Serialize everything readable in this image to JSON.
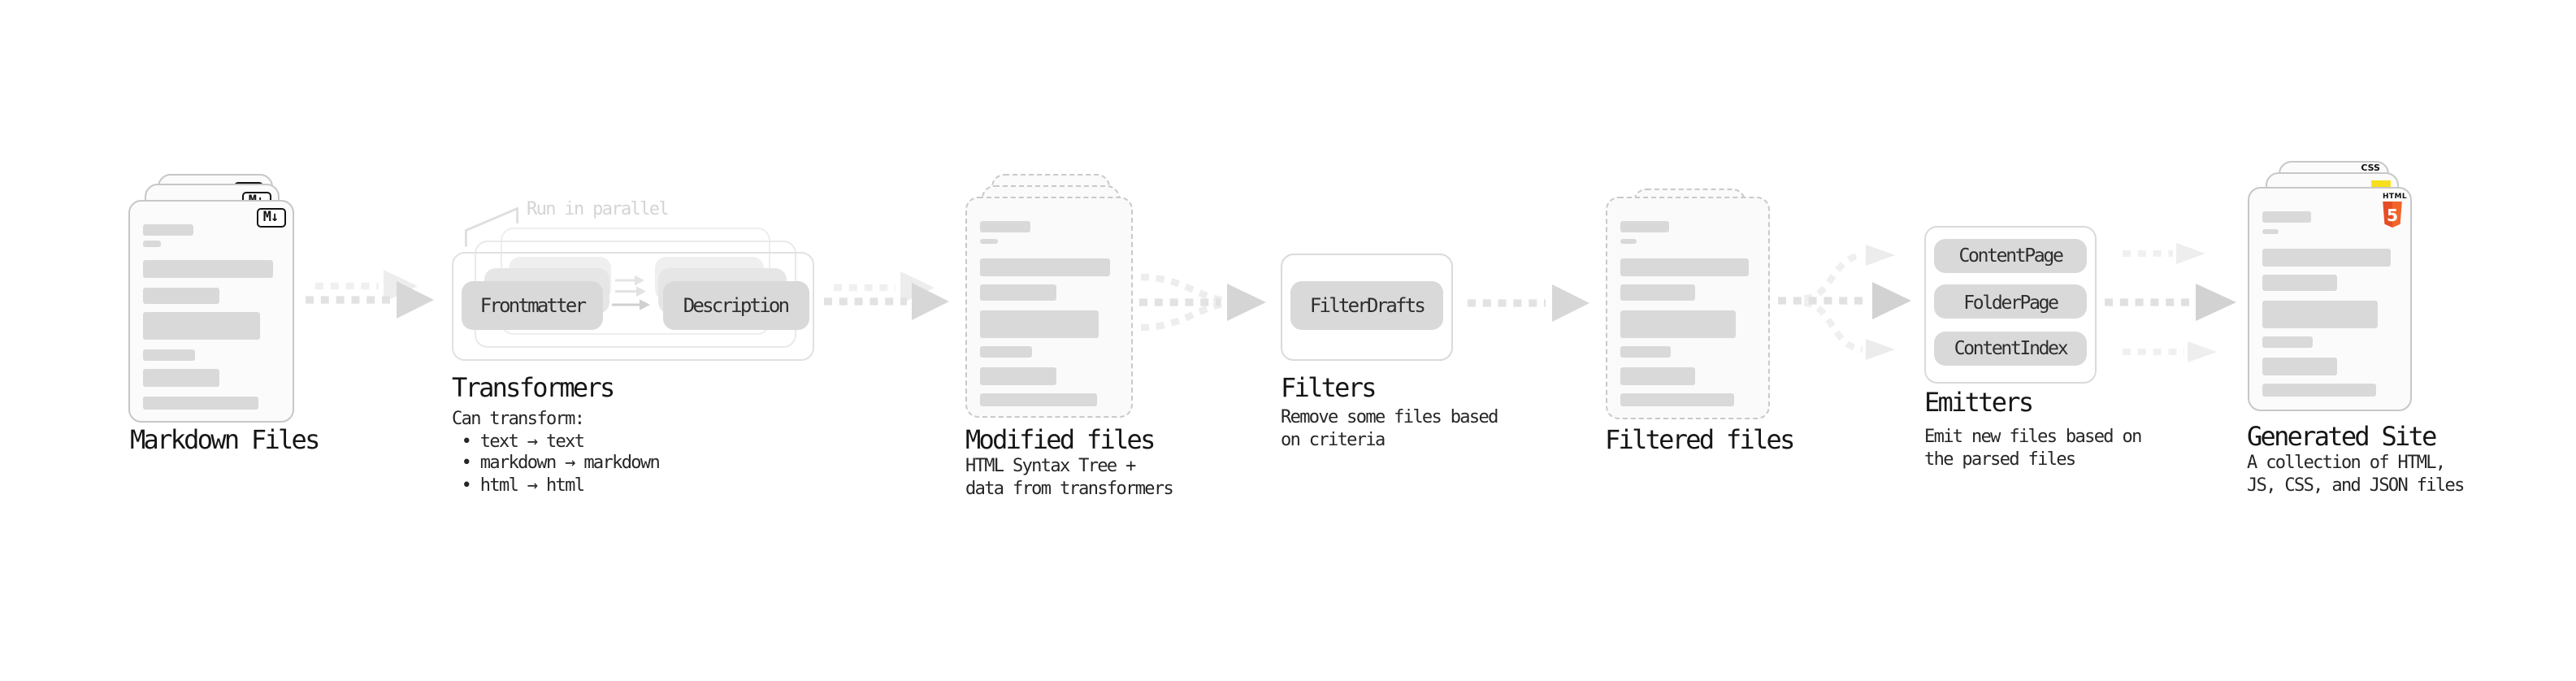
{
  "diagram": {
    "markdown_files": {
      "label": "Markdown Files",
      "badge": "M↓"
    },
    "transformers": {
      "label": "Transformers",
      "annotation": "Run in parallel",
      "pills": [
        "Frontmatter",
        "Description"
      ],
      "description": "Can transform:\n • text → text\n • markdown → markdown\n • html → html"
    },
    "modified_files": {
      "label": "Modified files",
      "description": "HTML Syntax Tree +\ndata from transformers"
    },
    "filters": {
      "label": "Filters",
      "pills": [
        "FilterDrafts"
      ],
      "description": "Remove some files based\non criteria"
    },
    "filtered_files": {
      "label": "Filtered files"
    },
    "emitters": {
      "label": "Emitters",
      "pills": [
        "ContentPage",
        "FolderPage",
        "ContentIndex"
      ],
      "description": "Emit new files based on\nthe parsed files"
    },
    "generated_site": {
      "label": "Generated Site",
      "description": "A collection of HTML,\nJS, CSS, and JSON files",
      "badges": {
        "css": "CSS",
        "html": "HTML",
        "html5_number": "5"
      }
    },
    "colors": {
      "html5_orange": "#e44d26",
      "html5_orange_light": "#f16529",
      "js_yellow": "#f7df1e",
      "css_blue": "#2965f1",
      "bar_gray": "#d9d9d9",
      "pill_gray": "#d9d9d9"
    }
  }
}
